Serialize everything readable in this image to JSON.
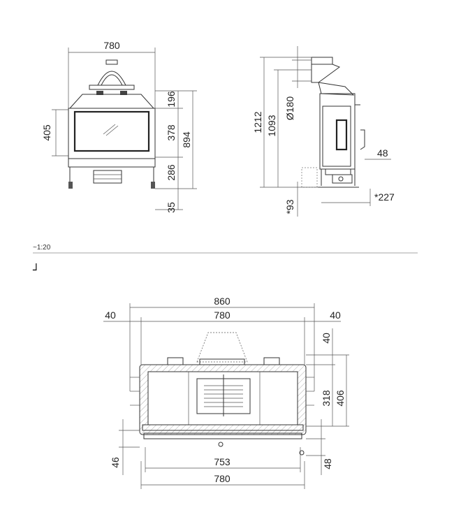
{
  "scale_note": "~1:20",
  "section_symbol": "┘",
  "front_view": {
    "width_top": "780",
    "height_405": "405",
    "dim_196": "196",
    "dim_378": "378",
    "dim_894": "894",
    "dim_286": "286",
    "dim_35": "35"
  },
  "side_view": {
    "dim_1212": "1212",
    "dim_1093": "1093",
    "dim_diam180": "Ø180",
    "dim_48": "48",
    "dim_227": "*227",
    "dim_93": "*93"
  },
  "plan_view": {
    "dim_860": "860",
    "dim_780_top": "780",
    "dim_40_left": "40",
    "dim_40_right": "40",
    "dim_40_vert": "40",
    "dim_318": "318",
    "dim_406": "406",
    "dim_46": "46",
    "dim_48": "48",
    "dim_753": "753",
    "dim_780_bottom": "780"
  }
}
